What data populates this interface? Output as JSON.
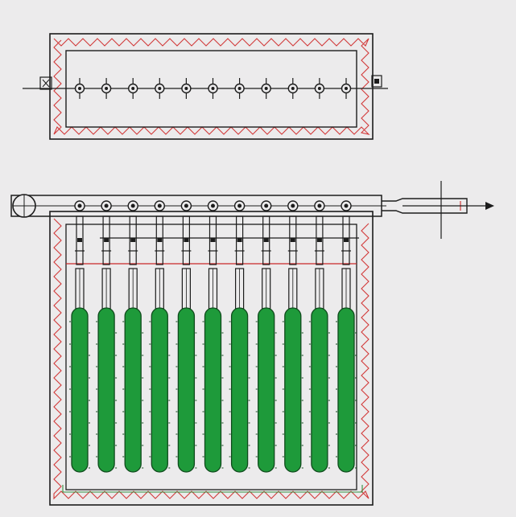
{
  "diagram": {
    "views": [
      "top-view",
      "front-view"
    ],
    "heating_elements": {
      "count": 11,
      "color": "#1e9a3a",
      "outline": "#0f4a1c"
    },
    "colors": {
      "paper": "#ecebec",
      "line": "#1c1c1c",
      "heater_zigzag": "#d23a3a",
      "red_line": "#c82828",
      "green_wire": "#2f8f3f"
    },
    "icons": [
      "shaft-arrow-icon",
      "crank-wheel-icon",
      "bearing-block-icon"
    ]
  }
}
